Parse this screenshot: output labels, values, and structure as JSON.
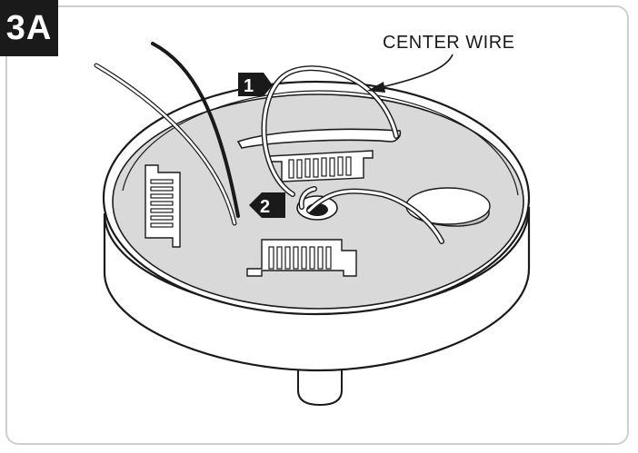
{
  "step": {
    "label": "3A"
  },
  "callout": {
    "center_wire_label": "CENTER WIRE"
  },
  "markers": [
    {
      "number": "1"
    },
    {
      "number": "2"
    }
  ],
  "colors": {
    "badge": "#1a1a1a",
    "plate": "#d9d9d9",
    "outline": "#1a1a1a",
    "frame": "#cfcfcf"
  }
}
